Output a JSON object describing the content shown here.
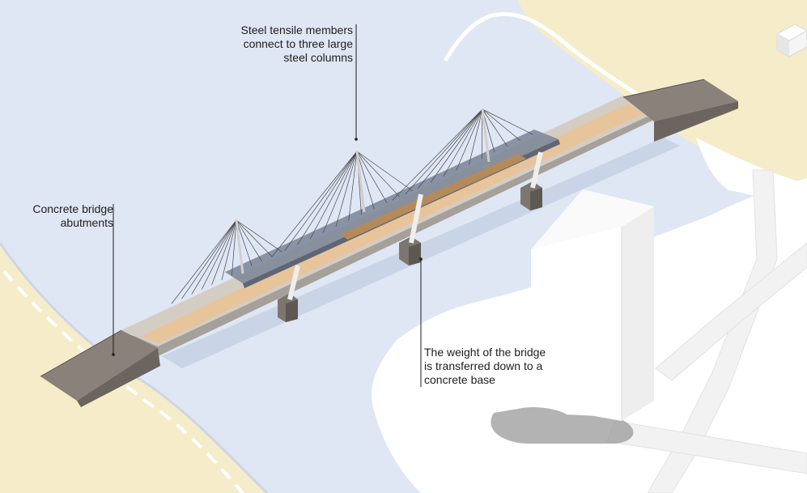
{
  "annotations": {
    "cables": "Steel tensile members\nconnect to three large\nsteel columns",
    "abutments": "Concrete bridge\nabutments",
    "weight": "The weight of the bridge\nis transferred down to a\nconcrete base"
  },
  "colors": {
    "water": "#dfe6f4",
    "land": "#f5edc9",
    "ground_white": "#ffffff",
    "concrete": "#8a817a",
    "timber_deck": "#e8c49a",
    "canopy_glass": "#7a8496",
    "cable": "#4a4a4a",
    "building": "#ffffff"
  }
}
